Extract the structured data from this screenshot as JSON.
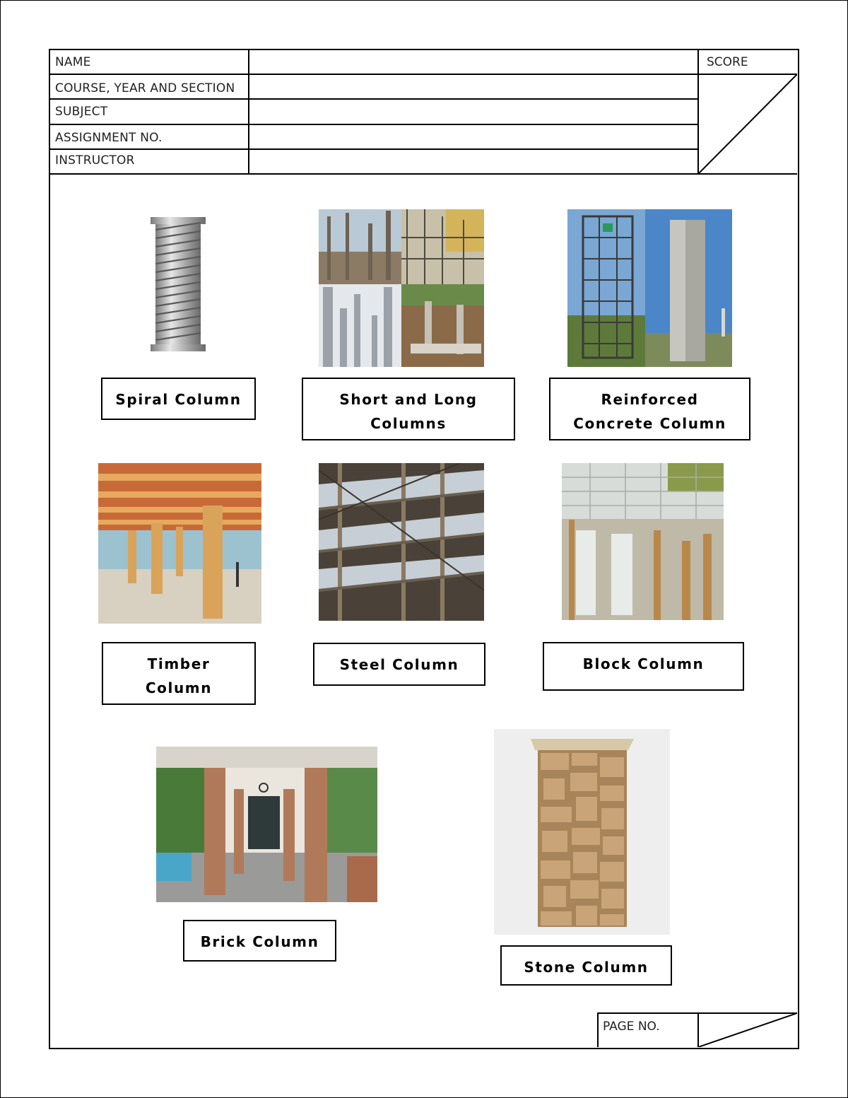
{
  "header": {
    "name_label": "NAME",
    "course_label": "COURSE, YEAR AND SECTION",
    "subject_label": "SUBJECT",
    "assignment_label": "ASSIGNMENT NO.",
    "instructor_label": "INSTRUCTOR",
    "score_label": "SCORE",
    "name_value": "",
    "course_value": "",
    "subject_value": "",
    "assignment_value": "",
    "instructor_value": ""
  },
  "columns": [
    {
      "label": "Spiral Column"
    },
    {
      "label": "Short and Long\nColumns"
    },
    {
      "label": "Reinforced\nConcrete Column"
    },
    {
      "label": "Timber\nColumn"
    },
    {
      "label": "Steel Column"
    },
    {
      "label": "Block Column"
    },
    {
      "label": "Brick Column"
    },
    {
      "label": "Stone Column"
    }
  ],
  "footer": {
    "page_no_label": "PAGE NO."
  }
}
